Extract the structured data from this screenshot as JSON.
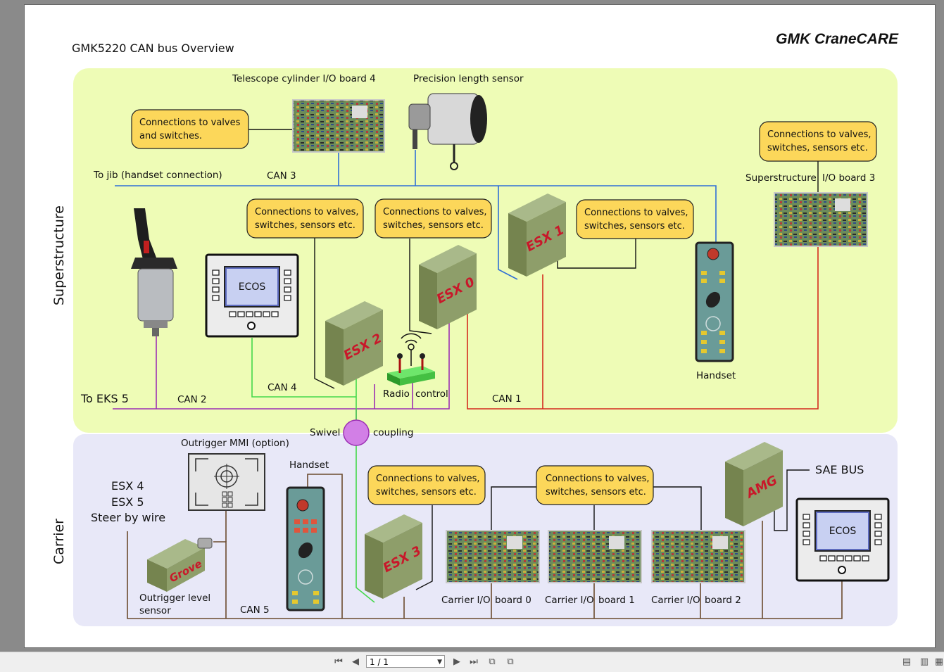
{
  "document": {
    "title": "GMK5220 CAN bus Overview",
    "brand": "GMK CraneCARE"
  },
  "sections": {
    "superstructure": "Superstructure",
    "carrier": "Carrier"
  },
  "components": {
    "telescope_board": "Telescope cylinder I/O board 4",
    "precision_sensor": "Precision length sensor",
    "jib_connection": "To jib (handset connection)",
    "superstructure_board_a": "Superstructure",
    "superstructure_board_b": "I/O board 3",
    "ecos_upper": "ECOS",
    "ecos_lower": "ECOS",
    "esx0": "ESX 0",
    "esx1": "ESX 1",
    "esx2": "ESX 2",
    "esx3": "ESX 3",
    "amg": "AMG",
    "grove": "Grove",
    "handset_upper": "Handset",
    "handset_lower": "Handset",
    "radio_a": "Radio",
    "radio_b": "control",
    "eks": "To EKS 5",
    "swivel_a": "Swivel",
    "swivel_b": "coupling",
    "outrigger_mmi": "Outrigger MMI (option)",
    "esx_list": [
      "ESX 4",
      "ESX 5",
      "Steer by wire"
    ],
    "outrigger_level_a": "Outrigger level",
    "outrigger_level_b": "sensor",
    "board0_a": "Carrier I/O",
    "board0_b": "board 0",
    "board1_a": "Carrier I/O",
    "board1_b": "board 1",
    "board2_a": "Carrier I/O",
    "board2_b": "board 2",
    "sae_bus": "SAE BUS"
  },
  "buses": {
    "can1": "CAN 1",
    "can2": "CAN 2",
    "can3": "CAN 3",
    "can4": "CAN 4",
    "can5": "CAN 5"
  },
  "callouts": {
    "telescope": [
      "Connections to valves",
      "and switches."
    ],
    "superstructure_board": [
      "Connections to valves,",
      "switches, sensors etc."
    ],
    "esx2": [
      "Connections to valves,",
      "switches, sensors etc."
    ],
    "esx0": [
      "Connections to valves,",
      "switches, sensors etc."
    ],
    "esx1": [
      "Connections to valves,",
      "switches, sensors etc."
    ],
    "esx3": [
      "Connections to valves,",
      "switches, sensors etc."
    ],
    "carrier_boards": [
      "Connections to valves,",
      "switches, sensors etc."
    ]
  },
  "colors": {
    "superstructure_bg": "#eefcb6",
    "carrier_bg": "#e8e8f8",
    "bubble_fill": "#fcd75a",
    "box_green": "#8e9e6a",
    "can1": "#d42a1e",
    "can2": "#9b2fb3",
    "can3": "#2f6fd6",
    "can4": "#44d84a",
    "can5": "#6b4a2e",
    "wire": "#111111"
  },
  "viewer": {
    "page_indicator": "1 / 1"
  }
}
